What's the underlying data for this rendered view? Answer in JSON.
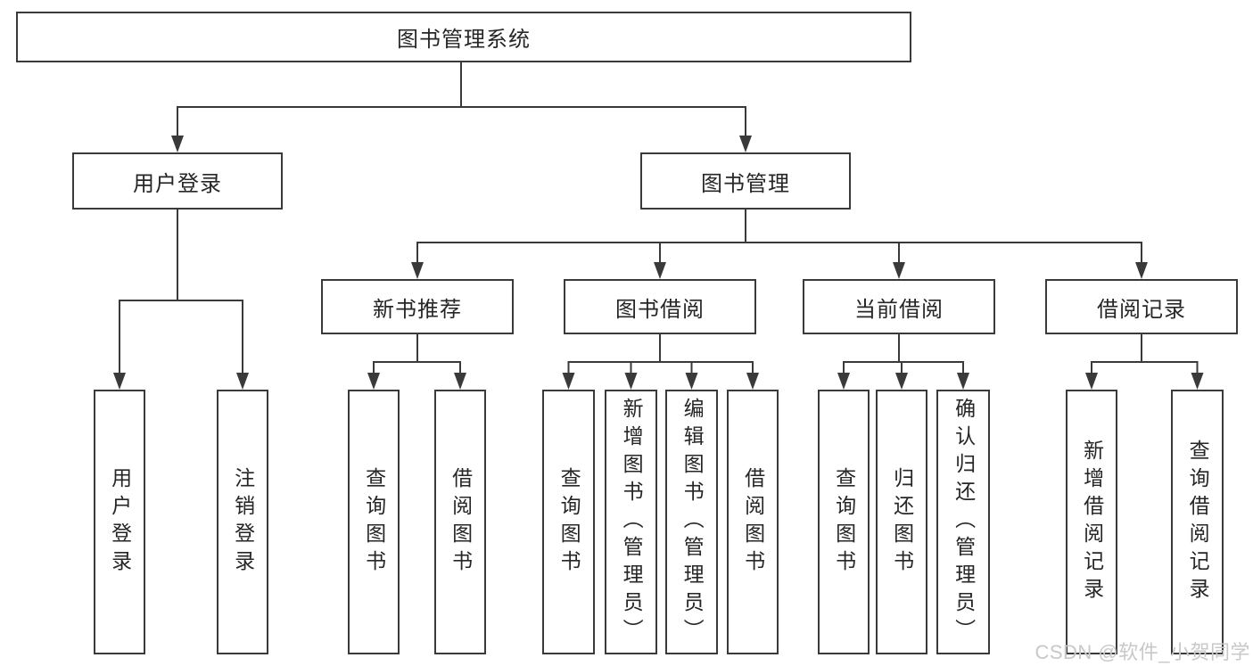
{
  "nodes": {
    "root": {
      "label": "图书管理系统"
    },
    "user_login": {
      "label": "用户登录"
    },
    "book_management": {
      "label": "图书管理"
    },
    "new_book_recommend": {
      "label": "新书推荐"
    },
    "book_borrow": {
      "label": "图书借阅"
    },
    "current_borrow": {
      "label": "当前借阅"
    },
    "borrow_records": {
      "label": "借阅记录"
    }
  },
  "leaves": {
    "user_login_leaf": {
      "label": "用户登录"
    },
    "logout": {
      "label": "注销登录"
    },
    "recommend_query_books": {
      "label": "查询图书"
    },
    "recommend_borrow_books": {
      "label": "借阅图书"
    },
    "borrow_query_books": {
      "label": "查询图书"
    },
    "borrow_add_book": {
      "label": "新增图书（管理员）"
    },
    "borrow_edit_book": {
      "label": "编辑图书（管理员）"
    },
    "borrow_borrow_books": {
      "label": "借阅图书"
    },
    "current_query_books": {
      "label": "查询图书"
    },
    "current_return_book": {
      "label": "归还图书"
    },
    "current_confirm_return": {
      "label": "确认归还（管理员）"
    },
    "records_add_record": {
      "label": "新增借阅记录"
    },
    "records_query_record": {
      "label": "查询借阅记录"
    }
  },
  "edges": [
    {
      "from": "图书管理系统",
      "to": "用户登录"
    },
    {
      "from": "图书管理系统",
      "to": "图书管理"
    },
    {
      "from": "用户登录",
      "to": "用户登录"
    },
    {
      "from": "用户登录",
      "to": "注销登录"
    },
    {
      "from": "图书管理",
      "to": "新书推荐"
    },
    {
      "from": "图书管理",
      "to": "图书借阅"
    },
    {
      "from": "图书管理",
      "to": "当前借阅"
    },
    {
      "from": "图书管理",
      "to": "借阅记录"
    },
    {
      "from": "新书推荐",
      "to": "查询图书"
    },
    {
      "from": "新书推荐",
      "to": "借阅图书"
    },
    {
      "from": "图书借阅",
      "to": "查询图书"
    },
    {
      "from": "图书借阅",
      "to": "新增图书（管理员）"
    },
    {
      "from": "图书借阅",
      "to": "编辑图书（管理员）"
    },
    {
      "from": "图书借阅",
      "to": "借阅图书"
    },
    {
      "from": "当前借阅",
      "to": "查询图书"
    },
    {
      "from": "当前借阅",
      "to": "归还图书"
    },
    {
      "from": "当前借阅",
      "to": "确认归还（管理员）"
    },
    {
      "from": "借阅记录",
      "to": "新增借阅记录"
    },
    {
      "from": "借阅记录",
      "to": "查询借阅记录"
    }
  ],
  "watermark": {
    "text": "CSDN @软件_小贺同学"
  },
  "colors": {
    "line": "#3a3a3a",
    "text": "#262626",
    "background": "#ffffff",
    "watermark": "#c8c8c8"
  }
}
